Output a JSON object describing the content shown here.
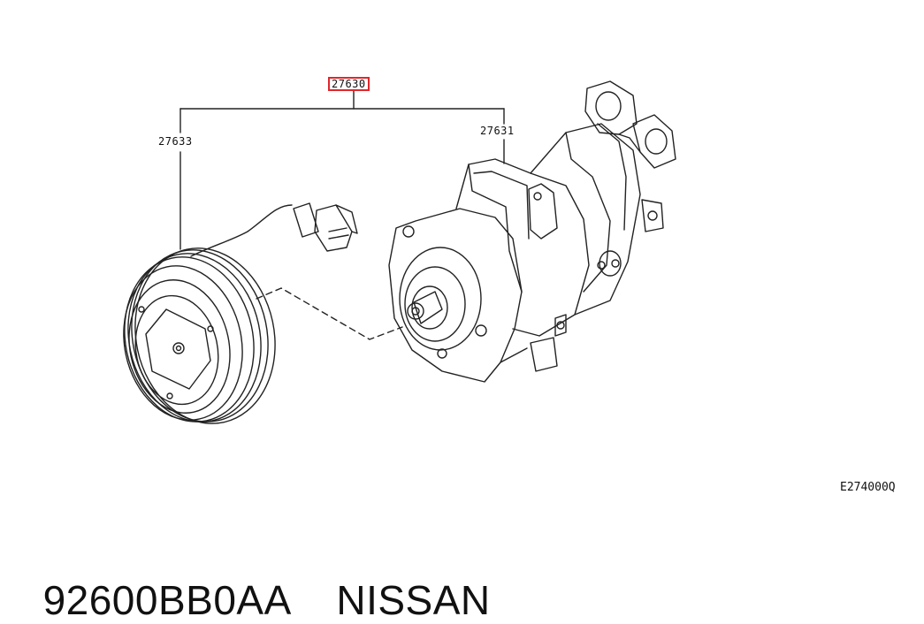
{
  "diagram": {
    "callouts": {
      "assembly": "27630",
      "clutch": "27633",
      "compressor": "27631"
    },
    "highlight_color": "#e0262b",
    "figure_code": "E274000Q"
  },
  "caption": {
    "part_number": "92600BB0AA",
    "brand": "NISSAN"
  }
}
